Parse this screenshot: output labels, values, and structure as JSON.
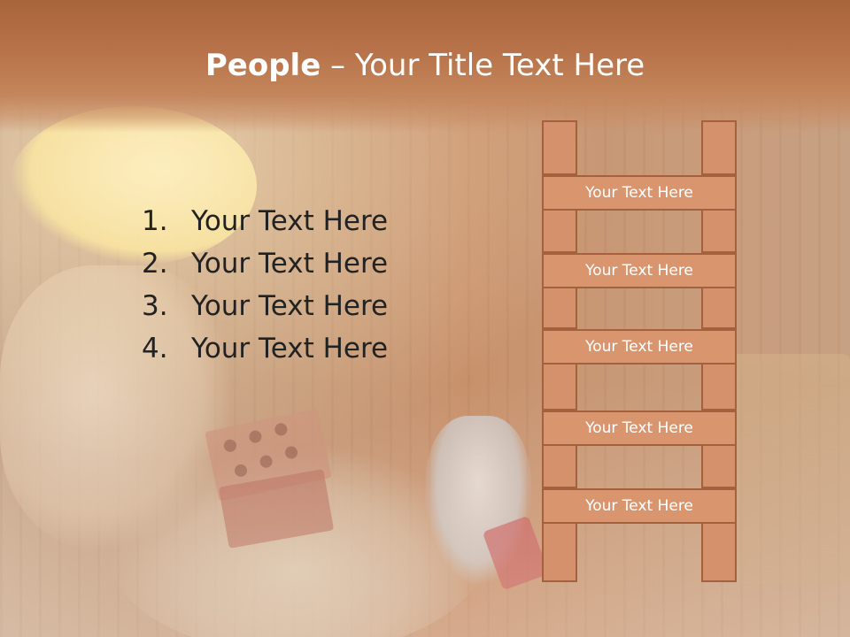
{
  "title": {
    "bold": "People",
    "rest": " – Your Title Text Here"
  },
  "list": [
    {
      "num": "1.",
      "text": "Your Text Here"
    },
    {
      "num": "2.",
      "text": "Your Text Here"
    },
    {
      "num": "3.",
      "text": "Your Text Here"
    },
    {
      "num": "4.",
      "text": "Your Text Here"
    }
  ],
  "ladder": {
    "rungs": [
      "Your Text Here",
      "Your Text Here",
      "Your Text Here",
      "Your Text Here",
      "Your Text Here"
    ]
  },
  "colors": {
    "header": "#b8734a",
    "ladder_fill": "#d9966e",
    "ladder_border": "#a3613e",
    "title_text": "#ffffff",
    "body_text": "#222222"
  }
}
